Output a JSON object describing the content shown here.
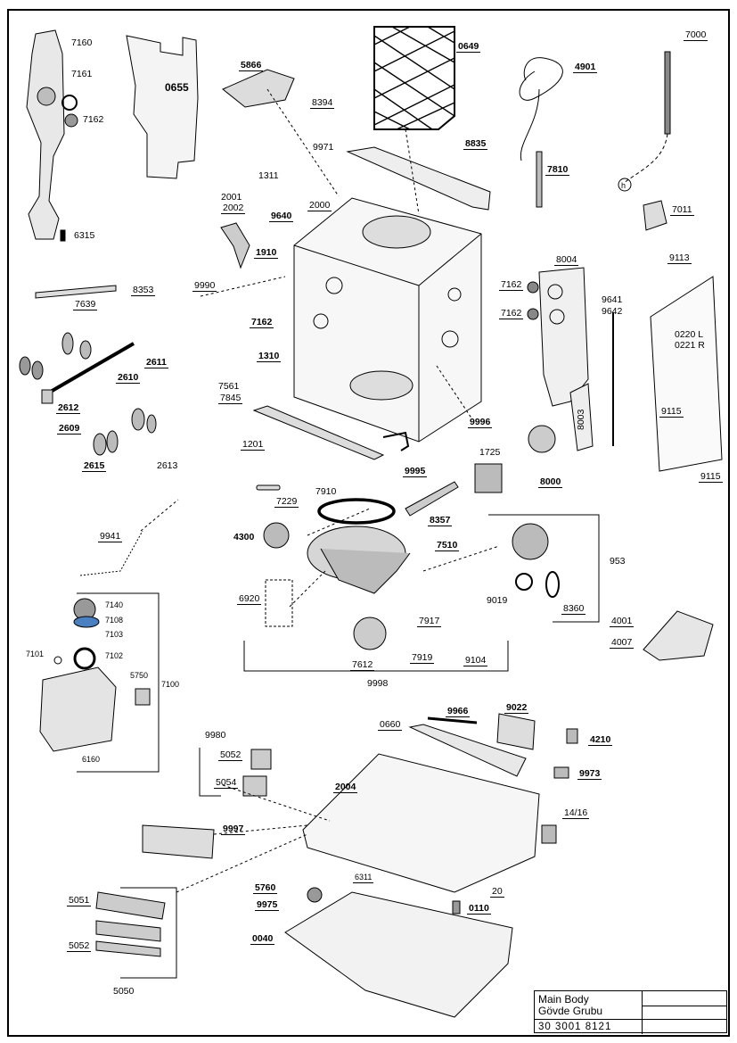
{
  "title_block": {
    "line1": "Main Body",
    "line2": "Gövde Grubu",
    "doc_number": "30 3001 8121"
  },
  "callouts": {
    "c7160": "7160",
    "c7161": "7161",
    "c7162a": "7162",
    "c6315": "6315",
    "c0655": "0655",
    "c5866": "5866",
    "c8394": "8394",
    "c0649": "0649",
    "c4901": "4901",
    "c7000": "7000",
    "c7810": "7810",
    "c7011": "7011",
    "c9971": "9971",
    "c8835": "8835",
    "c1311": "1311",
    "c2000": "2000",
    "c2001": "2001",
    "c2002": "2002",
    "c9640": "9640",
    "c1910": "1910",
    "c9990": "9990",
    "c7162b": "7162",
    "c1310": "1310",
    "c7561": "7561",
    "c7845": "7845",
    "c7639": "7639",
    "c8353": "8353",
    "c2611": "2611",
    "c2610": "2610",
    "c2612": "2612",
    "c2609": "2609",
    "c2615": "2615",
    "c2613": "2613",
    "c1201": "1201",
    "c8004": "8004",
    "c7162c": "7162",
    "c7162d": "7162",
    "c9641": "9641",
    "c9642": "9642",
    "c9113": "9113",
    "c0220": "0220 L",
    "c0221": "0221 R",
    "c9115a": "9115",
    "c9115b": "9115",
    "c8003": "8003",
    "c9996": "9996",
    "c1725": "1725",
    "c8000": "8000",
    "c9995": "9995",
    "c7229": "7229",
    "c7910": "7910",
    "c8357": "8357",
    "c9941": "9941",
    "c4300": "4300",
    "c7510": "7510",
    "c953": "953",
    "c6920": "6920",
    "c9019": "9019",
    "c8360": "8360",
    "c7917": "7917",
    "c4001": "4001",
    "c4007": "4007",
    "c7612": "7612",
    "c7919": "7919",
    "c9104": "9104",
    "c9998": "9998",
    "c7140": "7140",
    "c7108": "7108",
    "c7103": "7103",
    "c7101": "7101",
    "c7102": "7102",
    "c5750": "5750",
    "c7100": "7100",
    "c6160": "6160",
    "c9966": "9966",
    "c9022": "9022",
    "c0660": "0660",
    "c9980": "9980",
    "c4210": "4210",
    "c5052a": "5052",
    "c9973": "9973",
    "c5054": "5054",
    "c2004": "2004",
    "c1416": "14/16",
    "c9997": "9997",
    "c6311": "6311",
    "c5760": "5760",
    "c20": "20",
    "c9975": "9975",
    "c0110": "0110",
    "c5051": "5051",
    "c0040": "0040",
    "c5052b": "5052",
    "c5050": "5050",
    "ch": "h"
  }
}
